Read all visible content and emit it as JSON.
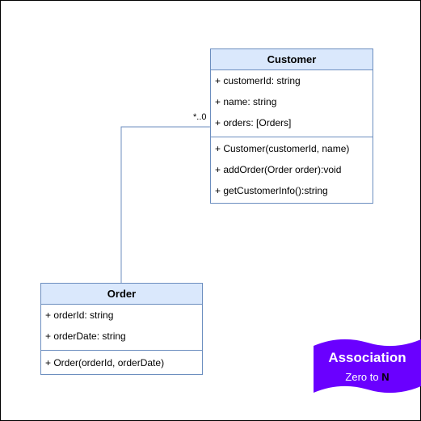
{
  "diagram": {
    "classes": {
      "customer": {
        "name": "Customer",
        "attributes": [
          "+ customerId: string",
          "+ name: string",
          "+ orders: [Orders]"
        ],
        "operations": [
          "+ Customer(customerId, name)",
          "+ addOrder(Order order):void",
          "+ getCustomerInfo():string"
        ]
      },
      "order": {
        "name": "Order",
        "attributes": [
          "+ orderId: string",
          "+ orderDate: string"
        ],
        "operations": [
          "+ Order(orderId, orderDate)"
        ]
      }
    },
    "association": {
      "from": "Order",
      "to": "Customer",
      "multiplicity": "*..0"
    },
    "badge": {
      "title": "Association",
      "subtitle_prefix": "Zero to ",
      "subtitle_emphasis": "N"
    }
  },
  "colors": {
    "class_header_fill": "#dae8fc",
    "class_border": "#6c8ebf",
    "connector_line": "#6c8ebf",
    "badge_fill": "#6a00ff",
    "badge_emphasis_text": "#000000"
  }
}
